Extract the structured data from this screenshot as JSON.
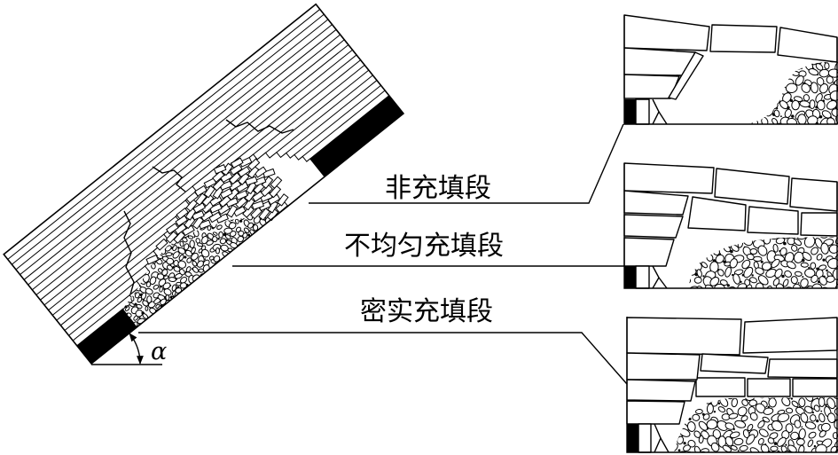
{
  "labels": {
    "non_filling": "非充填段",
    "uneven_filling": "不均匀充填段",
    "dense_filling": "密实充填段"
  },
  "angle_symbol": "α",
  "colors": {
    "line": "#000000",
    "background": "#ffffff",
    "coal": "#000000"
  }
}
